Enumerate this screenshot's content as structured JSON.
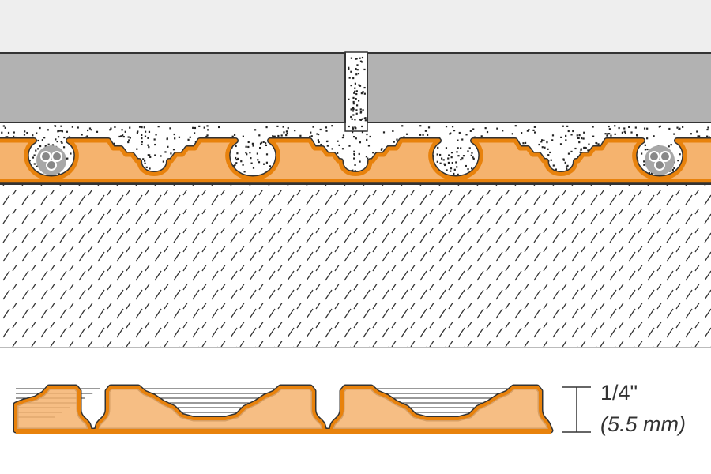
{
  "labels": {
    "thickness_in": "1/4\"",
    "thickness_mm": "(5.5 mm)"
  },
  "colors": {
    "background_top": "#eeeeee",
    "tile": "#b2b2b2",
    "membrane_fill": "#f5b36e",
    "membrane_stroke": "#e8820c",
    "outline": "#333333",
    "pipe": "#a8a8a8"
  },
  "layers": [
    "tile",
    "grout",
    "thin-set-mortar",
    "uncoupling-membrane",
    "heating-cable",
    "substrate"
  ]
}
